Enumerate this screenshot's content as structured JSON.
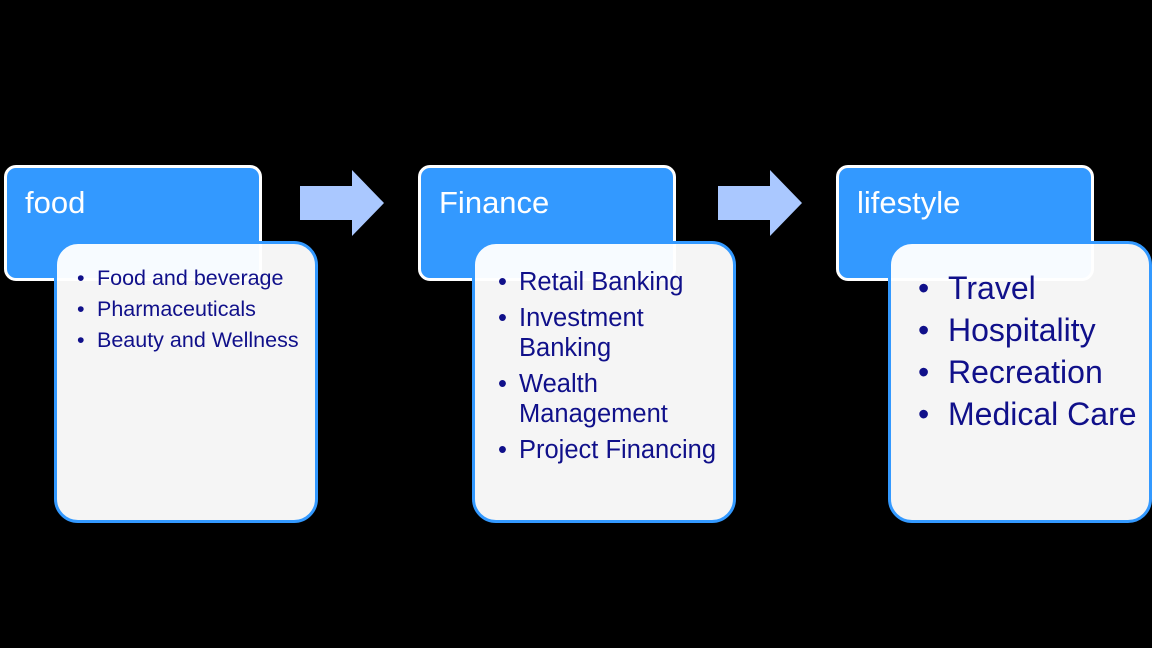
{
  "stages": [
    {
      "title": "food",
      "items": [
        "Food and beverage",
        "Pharmaceuticals",
        "Beauty and Wellness"
      ]
    },
    {
      "title": "Finance",
      "items": [
        "Retail Banking",
        "Investment Banking",
        "Wealth Management",
        "Project Financing"
      ]
    },
    {
      "title": "lifestyle",
      "items": [
        "Travel",
        "Hospitality",
        "Recreation",
        "Medical Care"
      ]
    }
  ],
  "colors": {
    "background": "#000000",
    "header_fill": "#3399ff",
    "detail_border": "#3399ff",
    "text_dark": "#10108a",
    "arrow_fill": "#aac8ff"
  }
}
